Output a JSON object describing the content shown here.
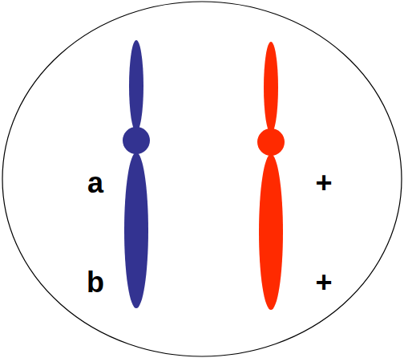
{
  "diagram": {
    "labels": [
      "a",
      "b",
      "+",
      "+"
    ]
  }
}
